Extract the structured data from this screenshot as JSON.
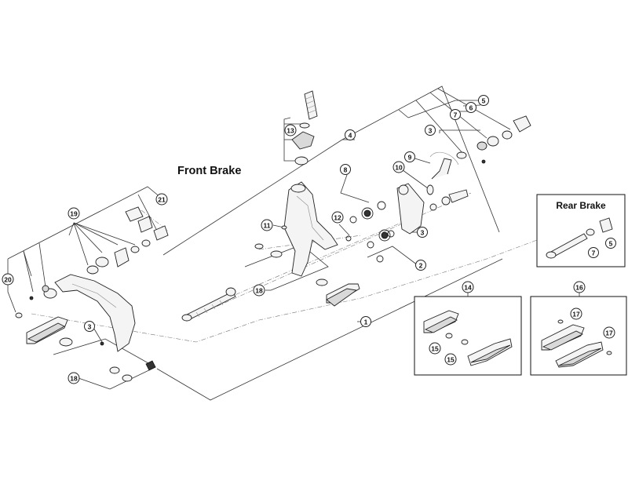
{
  "headings": {
    "front": "Front Brake",
    "rear": "Rear Brake"
  },
  "callouts": [
    {
      "id": "c1",
      "label": "1"
    },
    {
      "id": "c2",
      "label": "2"
    },
    {
      "id": "c3a",
      "label": "3"
    },
    {
      "id": "c3b",
      "label": "3"
    },
    {
      "id": "c3c",
      "label": "3"
    },
    {
      "id": "c4",
      "label": "4"
    },
    {
      "id": "c5",
      "label": "5"
    },
    {
      "id": "c5r",
      "label": "5"
    },
    {
      "id": "c6",
      "label": "6"
    },
    {
      "id": "c7",
      "label": "7"
    },
    {
      "id": "c7r",
      "label": "7"
    },
    {
      "id": "c8",
      "label": "8"
    },
    {
      "id": "c9",
      "label": "9"
    },
    {
      "id": "c10",
      "label": "10"
    },
    {
      "id": "c11",
      "label": "11"
    },
    {
      "id": "c12",
      "label": "12"
    },
    {
      "id": "c13",
      "label": "13"
    },
    {
      "id": "c14",
      "label": "14"
    },
    {
      "id": "c15a",
      "label": "15"
    },
    {
      "id": "c15b",
      "label": "15"
    },
    {
      "id": "c16",
      "label": "16"
    },
    {
      "id": "c17a",
      "label": "17"
    },
    {
      "id": "c17b",
      "label": "17"
    },
    {
      "id": "c18a",
      "label": "18"
    },
    {
      "id": "c18b",
      "label": "18"
    },
    {
      "id": "c19",
      "label": "19"
    },
    {
      "id": "c20",
      "label": "20"
    },
    {
      "id": "c21",
      "label": "21"
    }
  ]
}
